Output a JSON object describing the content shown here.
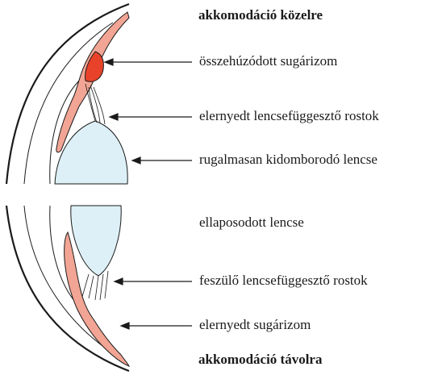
{
  "headers": {
    "near": "akkomodáció közelre",
    "far": "akkomodáció távolra"
  },
  "labels": {
    "contracted_ciliary": "összehúzódott sugárizom",
    "relaxed_fibers": "elernyedt lencsefüggesztő rostok",
    "bulging_lens": "rugalmasan kidomborodó lencse",
    "flattened_lens": "ellaposodott lencse",
    "tense_fibers": "feszülő lencsefüggesztő rostok",
    "relaxed_ciliary": "elernyedt sugárizom"
  },
  "colors": {
    "muscle": "#f2a594",
    "muscle_contracted": "#e8432a",
    "lens": "#ddf0f7",
    "outline": "#1a1a1a"
  }
}
